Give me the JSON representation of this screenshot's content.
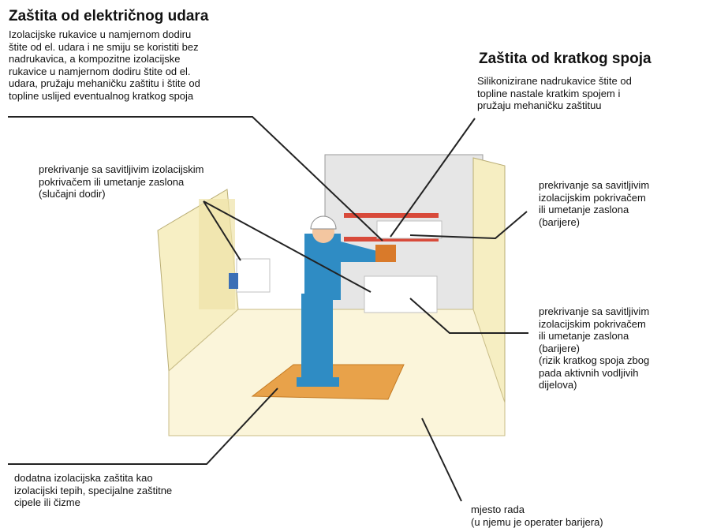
{
  "electric_shock": {
    "heading": "Zaštita od električnog udara",
    "text": "Izolacijske rukavice u namjernom dodiru\nštite od el. udara i ne smiju se koristiti bez\nnadrukavica, a kompozitne izolacijske\nrukavice u namjernom dodiru štite od el.\nudara, pružaju mehaničku zaštitu i štite od\ntopline uslijed eventualnog kratkog spoja"
  },
  "short_circuit": {
    "heading": "Zaštita od kratkog spoja",
    "text": "Silikonizirane nadrukavice štite od\ntopline nastale kratkim spojem i\npružaju mehaničku zaštituu"
  },
  "labels": {
    "accidental_contact": "prekrivanje sa savitljivim izolacijskim\npokrivačem ili umetanje zaslona\n(slučajni dodir)",
    "barrier_top": "prekrivanje sa savitljivim\nizolacijskim pokrivačem\nili umetanje zaslona\n(barijere)",
    "barrier_bottom": "prekrivanje sa savitljivim\nizolacijskim pokrivačem\nili umetanje zaslona\n(barijere)\n(rizik kratkog spoja zbog\npada aktivnih vodljivih\ndijelova)",
    "floor_protection": "dodatna izolacijska zaštita kao\nizolacijski tepih, specijalne zaštitne\ncipele ili čizme",
    "workplace": "mjesto rada\n(u njemu je operater barijera)"
  }
}
